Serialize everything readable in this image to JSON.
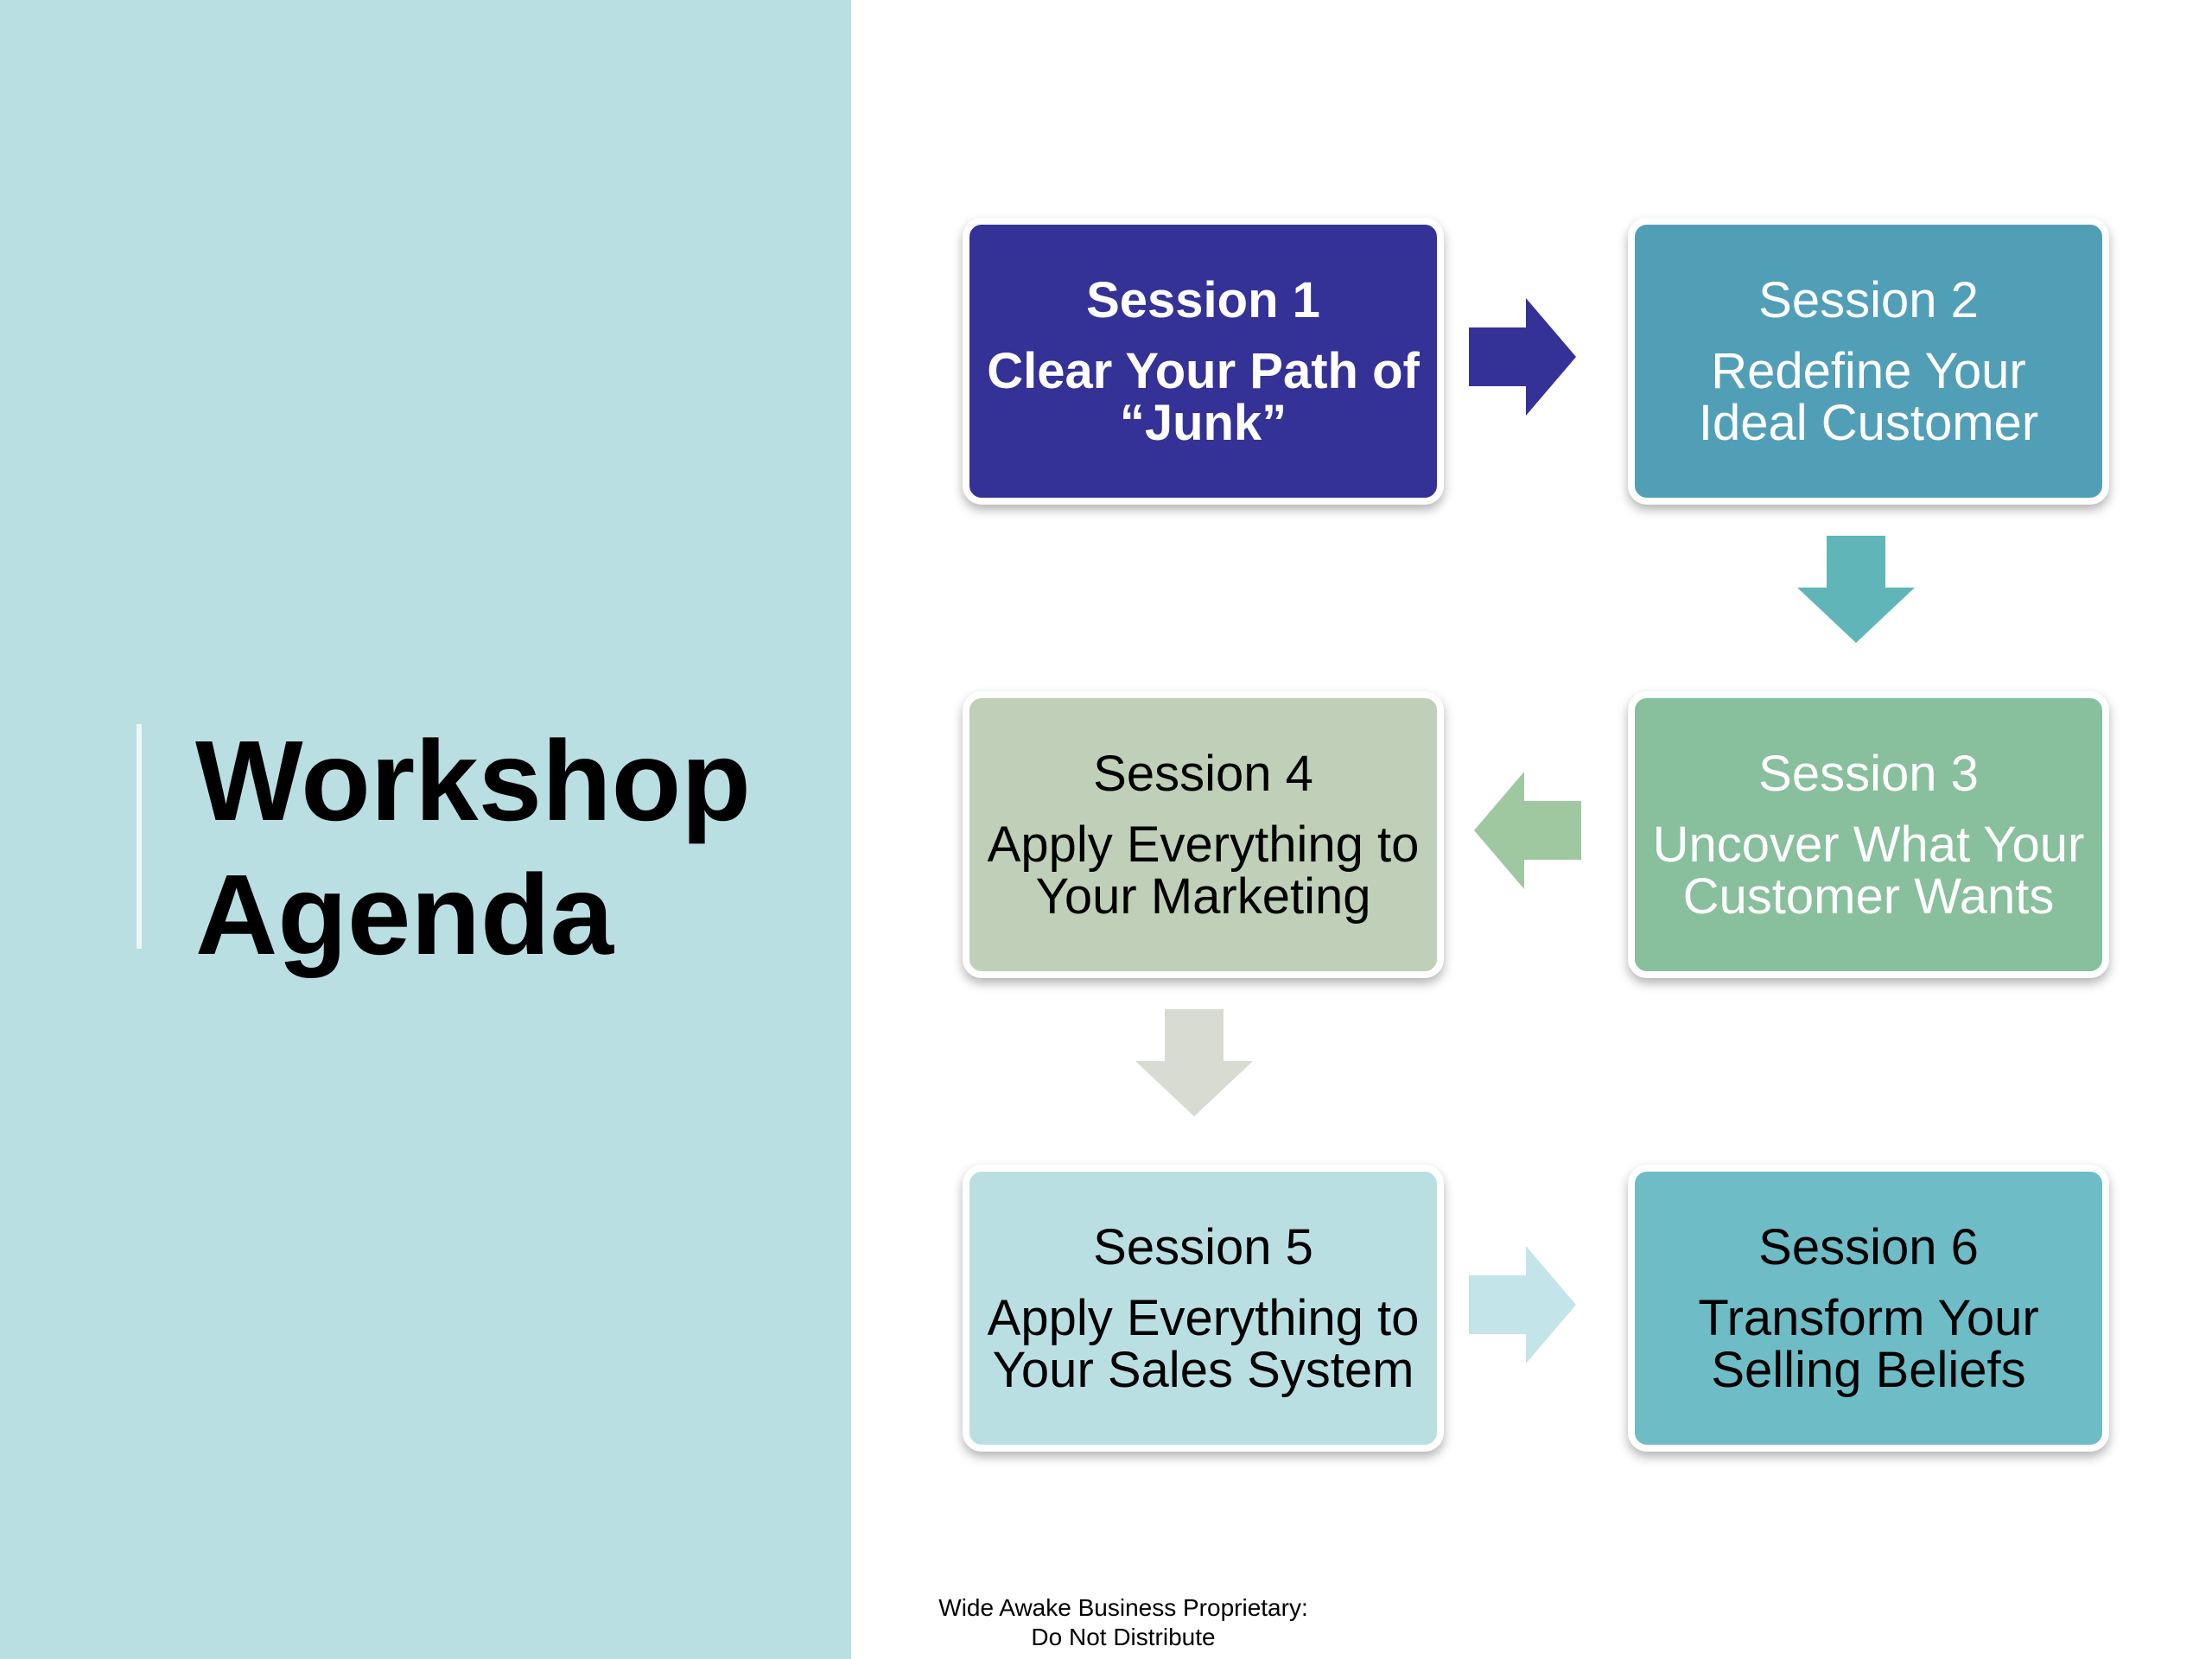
{
  "title": "Workshop\nAgenda",
  "sessions": [
    {
      "title": "Session 1",
      "subtitle": "Clear Your Path of\n“Junk”",
      "fill": "#343197",
      "text_color": "#ffffff",
      "bold": true
    },
    {
      "title": "Session 2",
      "subtitle": "Redefine Your\nIdeal Customer",
      "fill": "#519fb7",
      "text_color": "#ffffff",
      "bold": false
    },
    {
      "title": "Session 3",
      "subtitle": "Uncover What Your\nCustomer Wants",
      "fill": "#88bf9c",
      "text_color": "#ffffff",
      "bold": false
    },
    {
      "title": "Session 4",
      "subtitle": "Apply Everything to\nYour Marketing",
      "fill": "#c0d0b8",
      "text_color": "#000000",
      "bold": false
    },
    {
      "title": "Session 5",
      "subtitle": "Apply Everything to\nYour Sales System",
      "fill": "#badfe2",
      "text_color": "#000000",
      "bold": false
    },
    {
      "title": "Session 6",
      "subtitle": "Transform Your\nSelling Beliefs",
      "fill": "#6ebcc6",
      "text_color": "#000000",
      "bold": false
    }
  ],
  "arrows": [
    {
      "id": "arrow-1-2",
      "direction": "right",
      "color": "#343197"
    },
    {
      "id": "arrow-2-3",
      "direction": "down",
      "color": "#5fb5b7"
    },
    {
      "id": "arrow-3-4",
      "direction": "left",
      "color": "#9fc8a1"
    },
    {
      "id": "arrow-4-5",
      "direction": "down",
      "color": "#d8dbd2"
    },
    {
      "id": "arrow-5-6",
      "direction": "right",
      "color": "#c3e4e8"
    }
  ],
  "footer": {
    "line1": "Wide Awake Business Proprietary:",
    "line2": "Do Not Distribute"
  }
}
